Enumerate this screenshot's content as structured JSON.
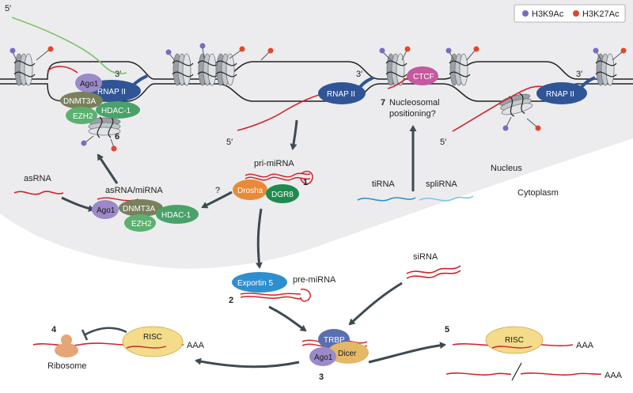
{
  "legend": {
    "h3k9ac": "H3K9Ac",
    "h3k27ac": "H3K27Ac"
  },
  "colors": {
    "nucleus": "#ececee",
    "rnap": "#2f5596",
    "ago1": "#9b8ac8",
    "dnmt3a": "#78815c",
    "hdac1": "#4aa26a",
    "ezh2": "#5cb070",
    "drosha": "#e88a36",
    "dgr8": "#1f8a4e",
    "exportin": "#2e8fcf",
    "risc": "#f4dc8a",
    "trbp": "#5a6fb0",
    "dicer": "#e4b866",
    "ctcf": "#c45a9f",
    "rna_red": "#d2232a",
    "tirna": "#2f90c8",
    "splirna": "#7fc6e6",
    "green_rna": "#7cc46c",
    "arrow": "#3d4a52",
    "h3k9ac": "#7a6cc0",
    "h3k27ac": "#e0472c"
  },
  "labels": {
    "five_prime": "5′",
    "three_prime": "3′",
    "ago1": "Ago1",
    "rnap": "RNAP II",
    "dnmt3a": "DNMT3A",
    "hdac1": "HDAC-1",
    "ezh2": "EZH2",
    "ctcf": "CTCF",
    "nucleosomal": "Nucleosomal",
    "positioning": "positioning?",
    "pri_mirna": "pri-miRNA",
    "drosha": "Drosha",
    "dgr8": "DGR8",
    "asrna": "asRNA",
    "asrna_mirna": "asRNA/miRNA",
    "question": "?",
    "tirna": "tiRNA",
    "splirna": "spliRNA",
    "nucleus": "Nucleus",
    "cytoplasm": "Cytoplasm",
    "exportin": "Exportin 5",
    "pre_mirna": "pre-miRNA",
    "sirna": "siRNA",
    "risc": "RISC",
    "aaa": "AAA",
    "ribosome": "Ribosome",
    "trbp": "TRBP",
    "dicer": "Dicer"
  },
  "steps": {
    "s1": "1",
    "s2": "2",
    "s3": "3",
    "s4": "4",
    "s5": "5",
    "s6": "6",
    "s7": "7"
  }
}
